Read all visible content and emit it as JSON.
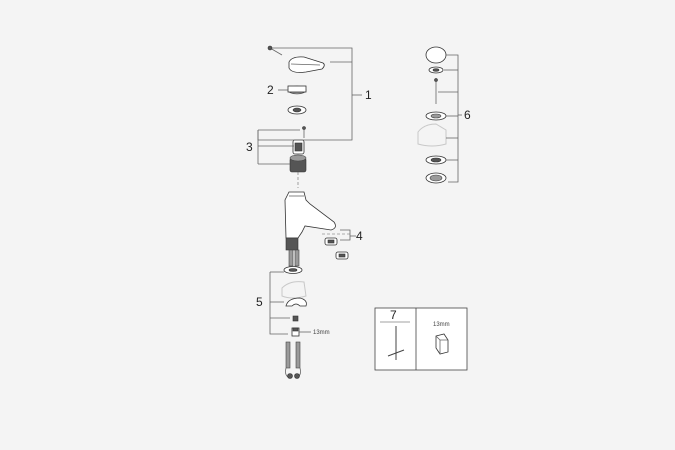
{
  "callouts": {
    "c1": "1",
    "c2": "2",
    "c3": "3",
    "c4": "4",
    "c5": "5",
    "c6": "6",
    "c7": "7"
  },
  "dims": {
    "hose_nut": "13mm",
    "tool_box": "13mm"
  },
  "colors": {
    "background": "#f4f4f4",
    "line": "#666666",
    "part_dark": "#555555"
  }
}
